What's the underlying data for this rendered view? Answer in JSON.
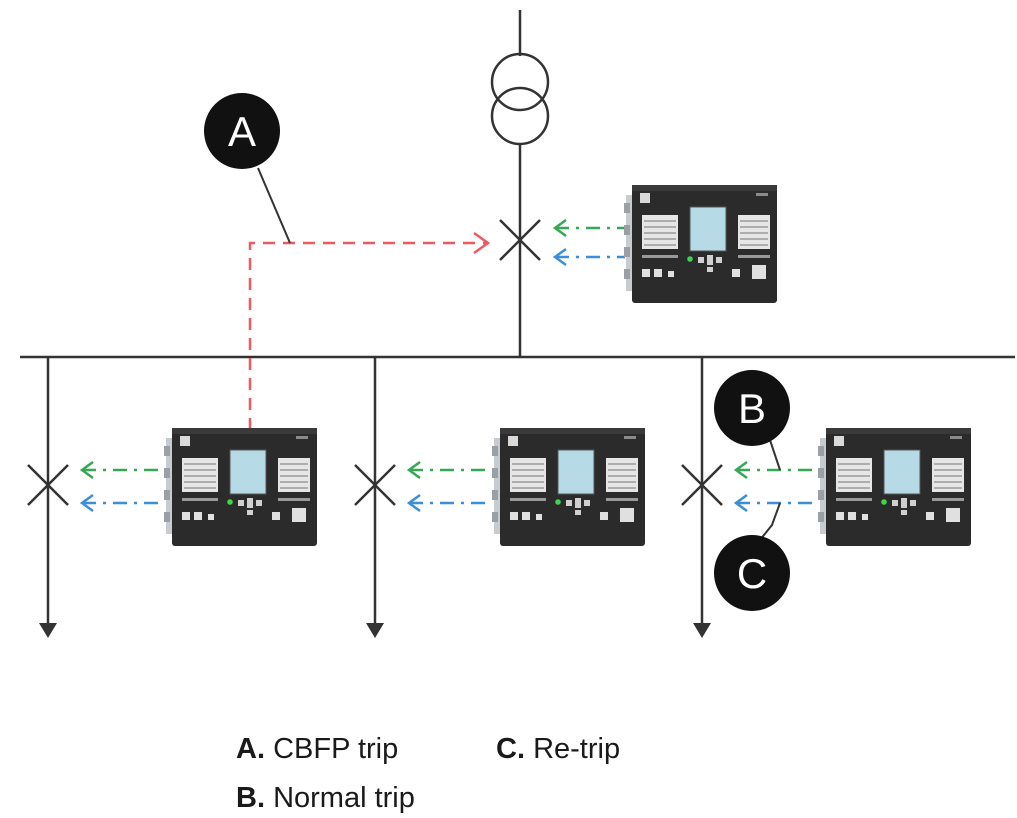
{
  "badges": {
    "a": "A",
    "b": "B",
    "c": "C"
  },
  "legend": [
    {
      "key": "A.",
      "label": "CBFP trip"
    },
    {
      "key": "C.",
      "label": "Re-trip"
    },
    {
      "key": "B.",
      "label": "Normal trip"
    }
  ],
  "colors": {
    "line": "#333333",
    "cbfp_trip": "#f0595e",
    "normal_trip": "#34a853",
    "re_trip": "#3b8ed8",
    "badge": "#111111",
    "relay_body": "#2b2b2b"
  }
}
